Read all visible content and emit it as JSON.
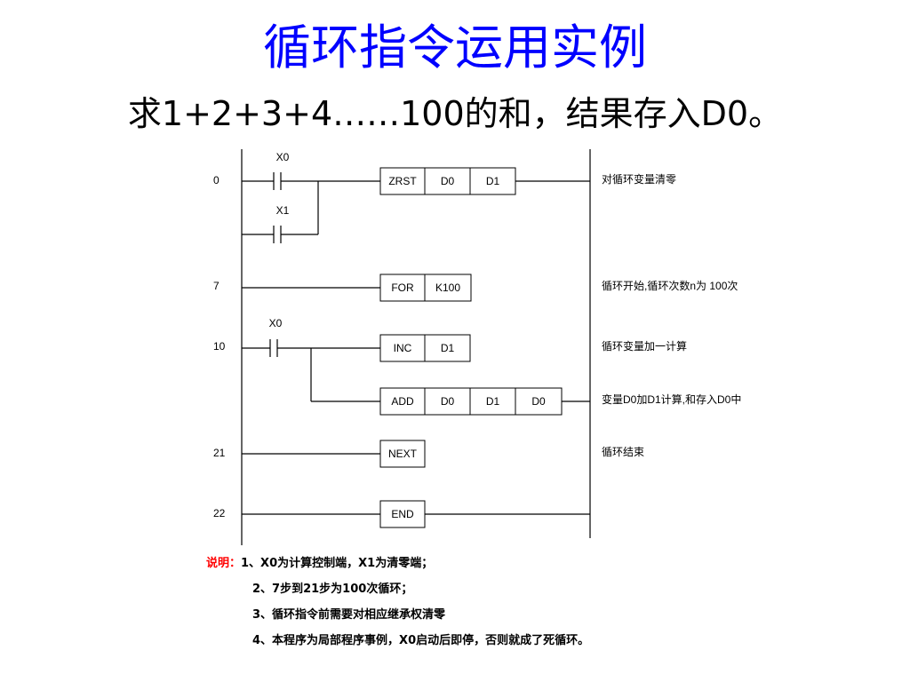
{
  "title": "循环指令运用实例",
  "subtitle": "求1+2+3+4……100的和，结果存入D0。",
  "ladder": {
    "contacts": [
      {
        "id": "x0-a",
        "label": "X0"
      },
      {
        "id": "x1",
        "label": "X1"
      },
      {
        "id": "x0-b",
        "label": "X0"
      }
    ],
    "rungs": [
      {
        "step": "0",
        "cells": [
          "ZRST",
          "D0",
          "D1"
        ],
        "comment": "对循环变量清零"
      },
      {
        "step": "7",
        "cells": [
          "FOR",
          "K100"
        ],
        "comment": "循环开始,循环次数n为 100次"
      },
      {
        "step": "10",
        "cells": [
          "INC",
          "D1"
        ],
        "comment": "循环变量加一计算"
      },
      {
        "step": "",
        "cells": [
          "ADD",
          "D0",
          "D1",
          "D0"
        ],
        "comment": "变量D0加D1计算,和存入D0中"
      },
      {
        "step": "21",
        "cells": [
          "NEXT"
        ],
        "comment": "循环结束"
      },
      {
        "step": "22",
        "cells": [
          "END"
        ],
        "comment": ""
      }
    ]
  },
  "notes": {
    "label": "说明：",
    "lines": [
      "1、X0为计算控制端，X1为清零端；",
      "2、7步到21步为100次循环；",
      "3、循环指令前需要对相应继承权清零",
      "4、本程序为局部程序事例，X0启动后即停，否则就成了死循环。"
    ]
  }
}
